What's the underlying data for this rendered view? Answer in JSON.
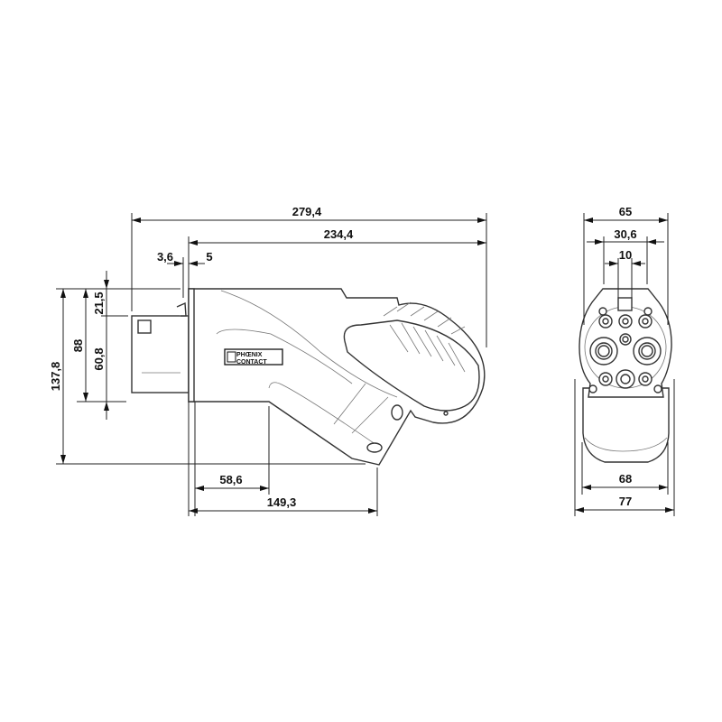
{
  "side_view": {
    "dims": {
      "overall_length": "279,4",
      "body_length": "234,4",
      "gap_a": "3,6",
      "gap_b": "5",
      "overall_height": "137,8",
      "body_height": "88",
      "top_offset": "21,5",
      "plug_height": "60,8",
      "front_depth": "58,6",
      "bottom_length": "149,3"
    },
    "logo_line1": "PHŒNIX",
    "logo_line2": "CONTACT"
  },
  "front_view": {
    "dims": {
      "top_width": "65",
      "pin_spacing": "30,6",
      "latch_width": "10",
      "lower_width": "68",
      "overall_width": "77"
    }
  }
}
